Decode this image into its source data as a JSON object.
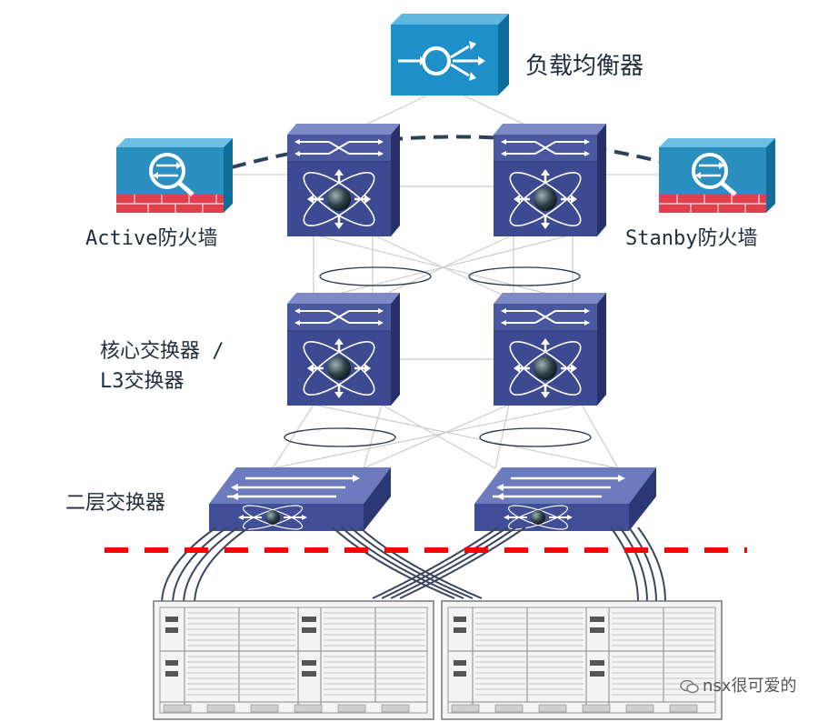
{
  "labels": {
    "load_balancer": "负载均衡器",
    "active_firewall": "Active防火墙",
    "standby_firewall": "Stanby防火墙",
    "core_switch_line1": "核心交换器 /",
    "core_switch_line2": "L3交换器",
    "layer2_switch": "二层交换器"
  },
  "watermark": "nsx很可爱的",
  "colors": {
    "device_blue": "#3b4a91",
    "device_top": "#5a6aae",
    "load_balancer_blue": "#1f8fc9",
    "firewall_blue": "#2b8fbf",
    "firewall_brick": "#e0404e",
    "ha_dashed": "#2e3f5c",
    "boundary_dashed": "#ff0000",
    "link_gray": "#cfcfcf",
    "server_cable": "#3a4560"
  }
}
